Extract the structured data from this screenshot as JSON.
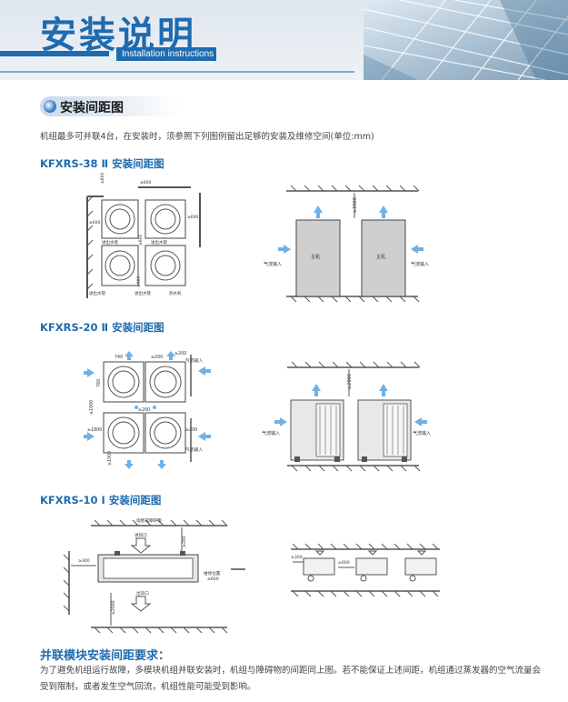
{
  "header": {
    "title": "安装说明",
    "subtitle": "Installation instructions"
  },
  "section": {
    "title": "安装间距图",
    "intro": "机组最多可并联4台，在安装时，须参照下列图例留出足够的安装及维修空间(单位:mm)"
  },
  "models": [
    {
      "heading": "KFXRS-38 Ⅱ 安装间距图",
      "top_view": {
        "dims": [
          "≥600",
          "≥600",
          "≥600",
          "≥600",
          "≥600",
          "≥600"
        ],
        "labels": [
          "进出水管",
          "进出水管",
          "进出水管",
          "进出水管",
          "热水机"
        ]
      },
      "side_view": {
        "gap": "≥2000",
        "unit_label": "主机",
        "airflow": "气流输入"
      }
    },
    {
      "heading": "KFXRS-20 Ⅱ 安装间距图",
      "top_view": {
        "dims": [
          "740",
          "≥200",
          "≥200",
          "760",
          "≥200",
          "≥1000",
          "≥1800",
          "≥200",
          "≥1000"
        ],
        "airflow": "气流输入"
      },
      "side_view": {
        "gap": "≥2000",
        "airflow": "气流输入"
      }
    },
    {
      "heading": "KFXRS-10 Ⅰ 安装间距图",
      "front_view": {
        "ceiling": "墙壁或障碍物",
        "inlet": "进风口",
        "top_gap": "≥300",
        "left_gap": "≥300",
        "service_label": "维修位置",
        "service_gap": "≥600",
        "outlet": "出风口",
        "bottom_gap": "≥2000"
      },
      "side_view": {
        "left_gap": "≥300",
        "mid_gap": "≥600"
      }
    }
  ],
  "requirements": {
    "title": "并联模块安装间距要求：",
    "text": "为了避免机组运行故障，多模块机组并联安装时，机组与障碍物的间距同上图。若不能保证上述间距，机组通过蒸发器的空气流量会受到限制，或者发生空气回流，机组性能可能受到影响。"
  },
  "colors": {
    "brand": "#1e6bb0",
    "arrow": "#6fb1e6",
    "unit_fill": "#cfcfcf"
  }
}
